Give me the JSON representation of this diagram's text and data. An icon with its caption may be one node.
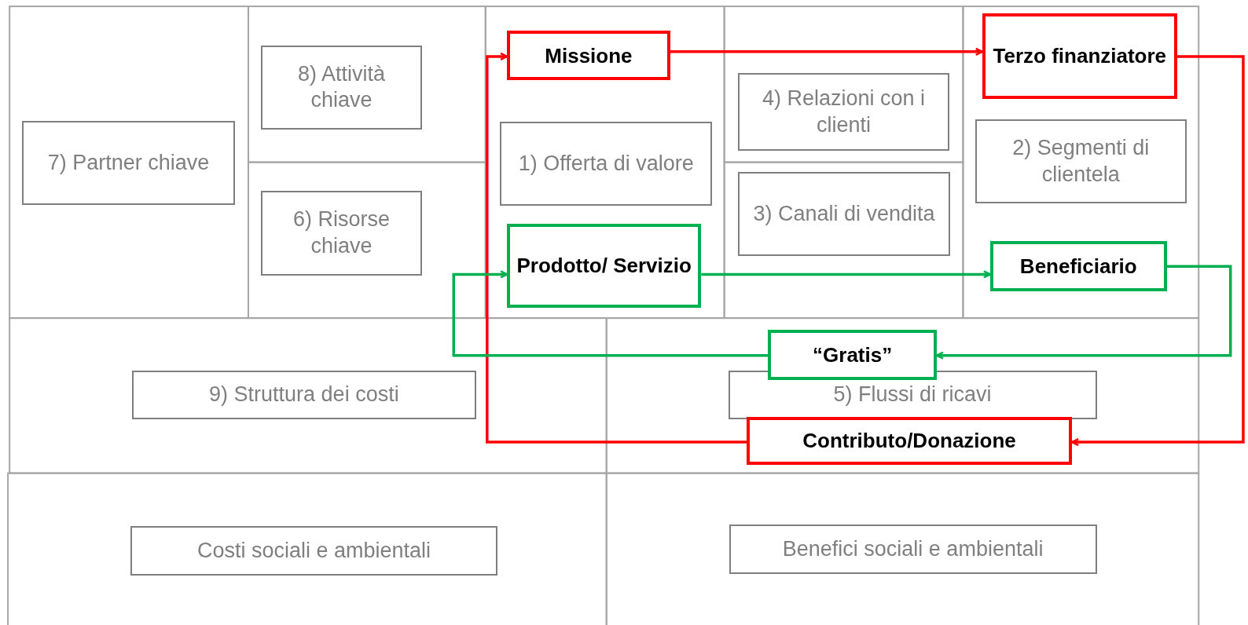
{
  "diagram": {
    "nodes": [
      {
        "text": [
          "7) Partner chiave"
        ]
      },
      {
        "text": [
          "8) Attività chiave"
        ]
      },
      {
        "text": [
          "6) Risorse chiave"
        ]
      },
      {
        "text": [
          "1) Offerta di valore"
        ]
      },
      {
        "text": [
          "Missione"
        ]
      },
      {
        "text": [
          "Prodotto/ Servizio"
        ]
      },
      {
        "text": [
          "4) Relazioni con i clienti"
        ]
      },
      {
        "text": [
          "3) Canali di vendita"
        ]
      },
      {
        "text": [
          "Terzo finanziatore"
        ]
      },
      {
        "text": [
          "2) Segmenti di clientela"
        ]
      },
      {
        "text": [
          "Beneficiario"
        ]
      },
      {
        "text": [
          "9) Struttura dei costi"
        ]
      },
      {
        "text": [
          "5) Flussi di ricavi"
        ]
      },
      {
        "text": [
          "“Gratis”"
        ]
      },
      {
        "text": [
          "Contributo/Donazione"
        ]
      },
      {
        "text": [
          "Costi sociali e ambientali"
        ]
      },
      {
        "text": [
          "Benefici sociali e ambientali"
        ]
      }
    ],
    "edges": [
      {
        "from": 4,
        "to": 8,
        "arrow": "to",
        "color": "#ff0000"
      },
      {
        "from": 8,
        "to": 14,
        "arrow": "to",
        "color": "#ff0000"
      },
      {
        "from": 14,
        "to": 4,
        "arrow": "to",
        "color": "#ff0000"
      },
      {
        "from": 5,
        "to": 10,
        "arrow": "to",
        "color": "#00b050"
      },
      {
        "from": 10,
        "to": 13,
        "arrow": "to",
        "color": "#00b050"
      },
      {
        "from": 13,
        "to": 5,
        "arrow": "to",
        "color": "#00b050"
      }
    ]
  }
}
